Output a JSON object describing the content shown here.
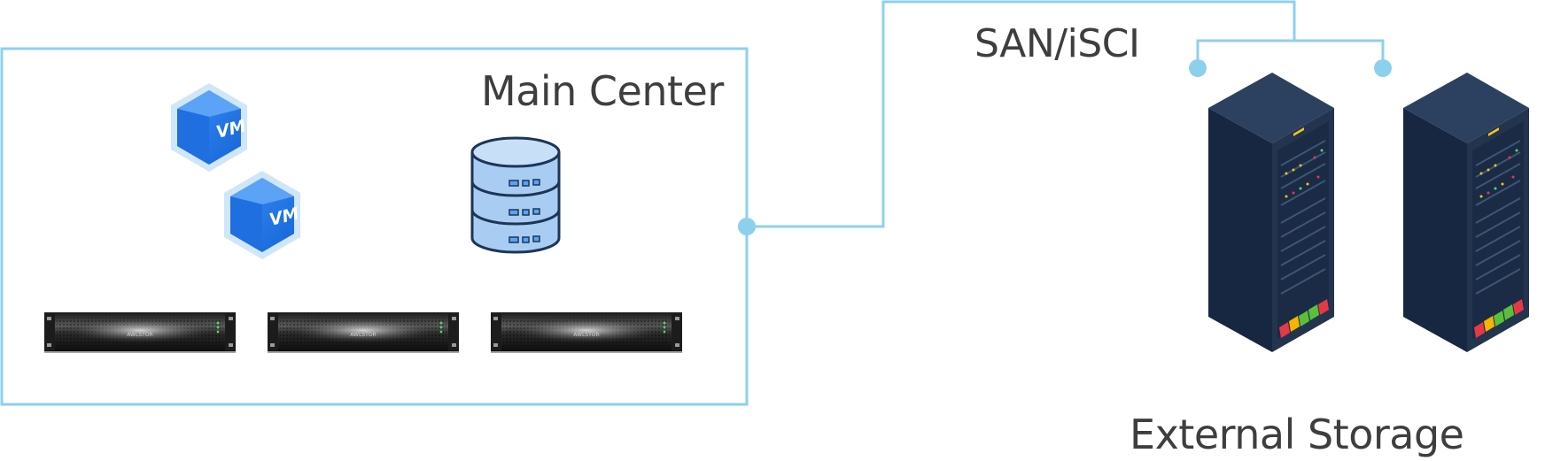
{
  "diagram": {
    "main_center_label": "Main Center",
    "connection_label": "SAN/iSCI",
    "external_storage_label": "External Storage",
    "vm_badge": "VM",
    "server_brand": "AWLSTOR"
  },
  "colors": {
    "connector": "#8dd0ee",
    "vm_blue": "#1a73e8",
    "vm_light": "#bfe0fb",
    "db_fill": "#a9cdf2",
    "db_stroke": "#1d3557",
    "rack_front": "#22344e",
    "rack_side": "#172741",
    "label_text": "#3e3e3e"
  }
}
